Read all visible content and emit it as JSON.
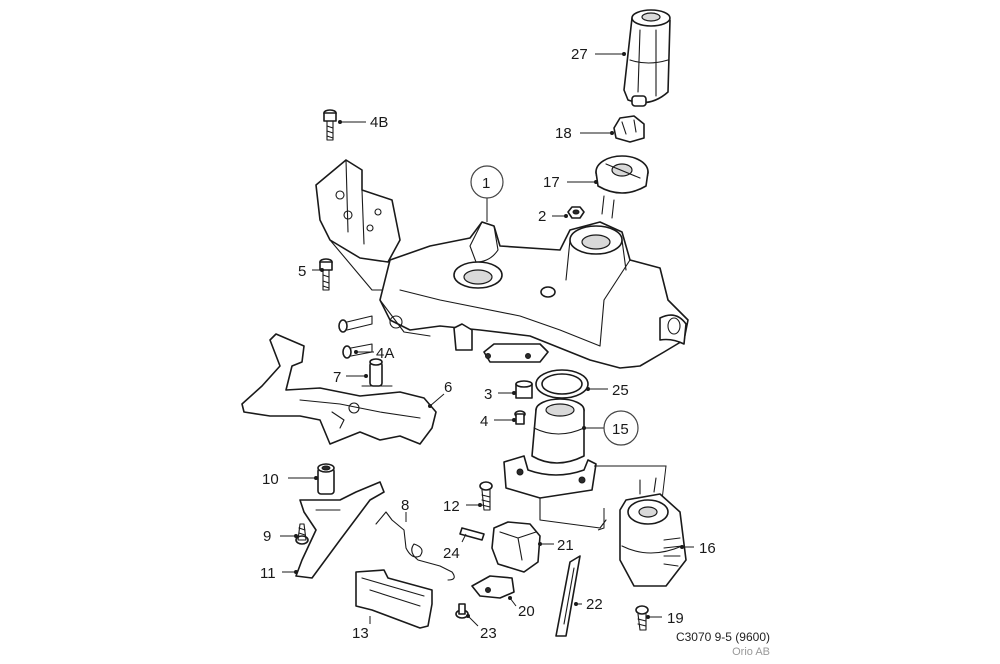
{
  "labels": {
    "p27": "27",
    "p18": "18",
    "p17": "17",
    "p2": "2",
    "p1": "1",
    "p4B": "4B",
    "p5": "5",
    "p4A": "4A",
    "p7": "7",
    "p6": "6",
    "p3": "3",
    "p4": "4",
    "p25": "25",
    "p15": "15",
    "p10": "10",
    "p12": "12",
    "p8": "8",
    "p9": "9",
    "p24": "24",
    "p21": "21",
    "p16": "16",
    "p11": "11",
    "p22": "22",
    "p20": "20",
    "p19": "19",
    "p13": "13",
    "p23": "23"
  },
  "caption": "C3070 9-5 (9600)",
  "copyright": "Orio AB"
}
